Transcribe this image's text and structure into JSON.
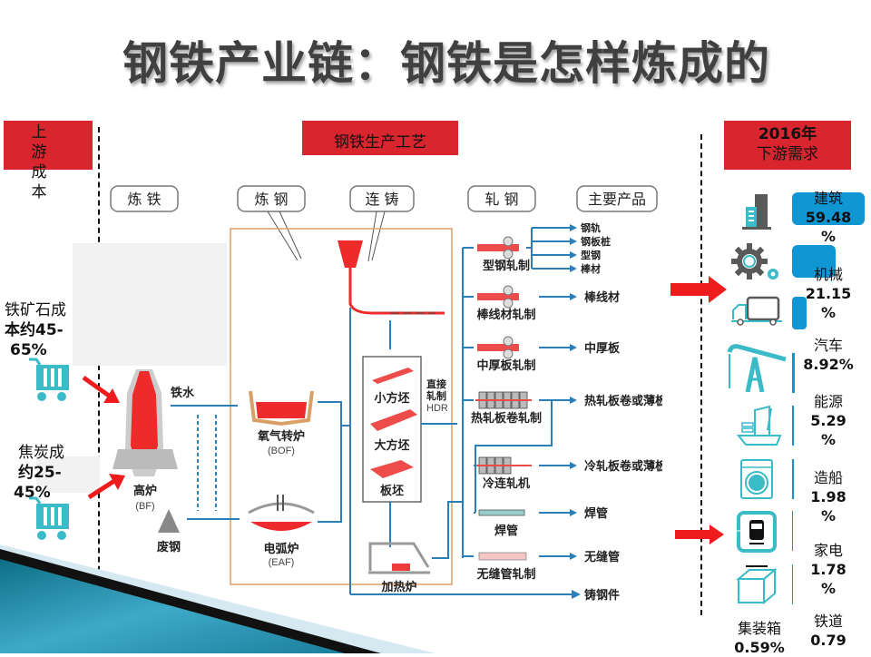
{
  "title": "钢铁产业链：钢铁是怎样炼成的",
  "upstream": {
    "header_chars": [
      "上",
      "游",
      "成",
      "本"
    ],
    "iron_ore": {
      "label_line1": "铁矿石成",
      "label_line2": "本约45-",
      "label_line3": "65%"
    },
    "coke": {
      "label_line1": "焦炭成",
      "label_line2": "约25-",
      "label_line3": "45%"
    }
  },
  "process": {
    "header": "钢铁生产工艺",
    "stages": [
      "炼 铁",
      "炼 钢",
      "连 铸",
      "轧 钢",
      "主要产品"
    ],
    "blast_furnace": {
      "name": "高炉",
      "abbr": "(BF)"
    },
    "hot_metal": "铁水",
    "scrap": "废钢",
    "bof": {
      "name": "氧气转炉",
      "abbr": "(BOF)"
    },
    "eaf": {
      "name": "电弧炉",
      "abbr": "(EAF)"
    },
    "billets": [
      "小方坯",
      "大方坯",
      "板坯"
    ],
    "hdr": {
      "line1": "直接",
      "line2": "轧制",
      "line3": "HDR"
    },
    "reheat_furnace": "加热炉",
    "rolling_mills": [
      {
        "name": "型钢轧制",
        "products": [
          "钢轨",
          "钢板桩",
          "型钢",
          "棒材"
        ]
      },
      {
        "name": "棒线材轧制",
        "products": [
          "棒线材"
        ]
      },
      {
        "name": "中厚板轧制",
        "products": [
          "中厚板"
        ]
      },
      {
        "name": "热轧板卷轧制",
        "products": [
          "热轧板卷或薄板"
        ]
      },
      {
        "name": "冷连轧机",
        "products": [
          "冷轧板卷或薄板"
        ]
      },
      {
        "name": "焊管",
        "products": [
          "焊管"
        ]
      },
      {
        "name": "无缝管轧制",
        "products": [
          "无缝管"
        ]
      }
    ],
    "cast_product": "铸钢件"
  },
  "downstream": {
    "header_line1": "2016年",
    "header_line2": "下游需求",
    "sectors": [
      {
        "name": "建筑",
        "share": "59.48",
        "unit": "%",
        "icon": "building-icon"
      },
      {
        "name": "机械",
        "share": "21.15",
        "unit": "%",
        "icon": "gear-icon"
      },
      {
        "name": "汽车",
        "share": "8.92%",
        "icon": "truck-icon"
      },
      {
        "name": "能源",
        "share": "5.29",
        "unit": "%",
        "icon": "oil-pump-icon"
      },
      {
        "name": "造船",
        "share": "1.98",
        "unit": "%",
        "icon": "ship-icon"
      },
      {
        "name": "家电",
        "share": "1.78",
        "unit": "%",
        "icon": "washing-machine-icon"
      },
      {
        "name": "铁道",
        "share": "0.79",
        "icon": "train-icon"
      },
      {
        "name": "集装箱",
        "share": "0.59%",
        "icon": "container-box-icon"
      }
    ]
  },
  "colors": {
    "accent_red": "#d9262e",
    "bar_blue": "#1196d4",
    "icon_teal": "#3bbac8",
    "icon_gray": "#595959",
    "flow_blue": "#2b7fb8",
    "molten_red": "#ee2b2b"
  }
}
